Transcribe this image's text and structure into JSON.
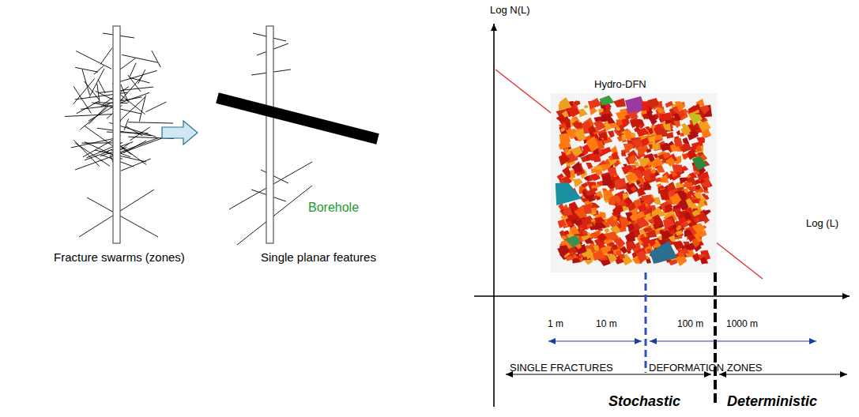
{
  "diagram": {
    "labels": [
      "Log N(L)",
      "Hydro-DFN",
      "Log (L)",
      "Borehole",
      "Fracture swarms (zones)",
      "Single planar features",
      "1 m",
      "10 m",
      "100 m",
      "1000 m",
      "SINGLE FRACTURES",
      "DEFORMATION ZONES",
      "Stochastic",
      "Deterministic"
    ]
  }
}
